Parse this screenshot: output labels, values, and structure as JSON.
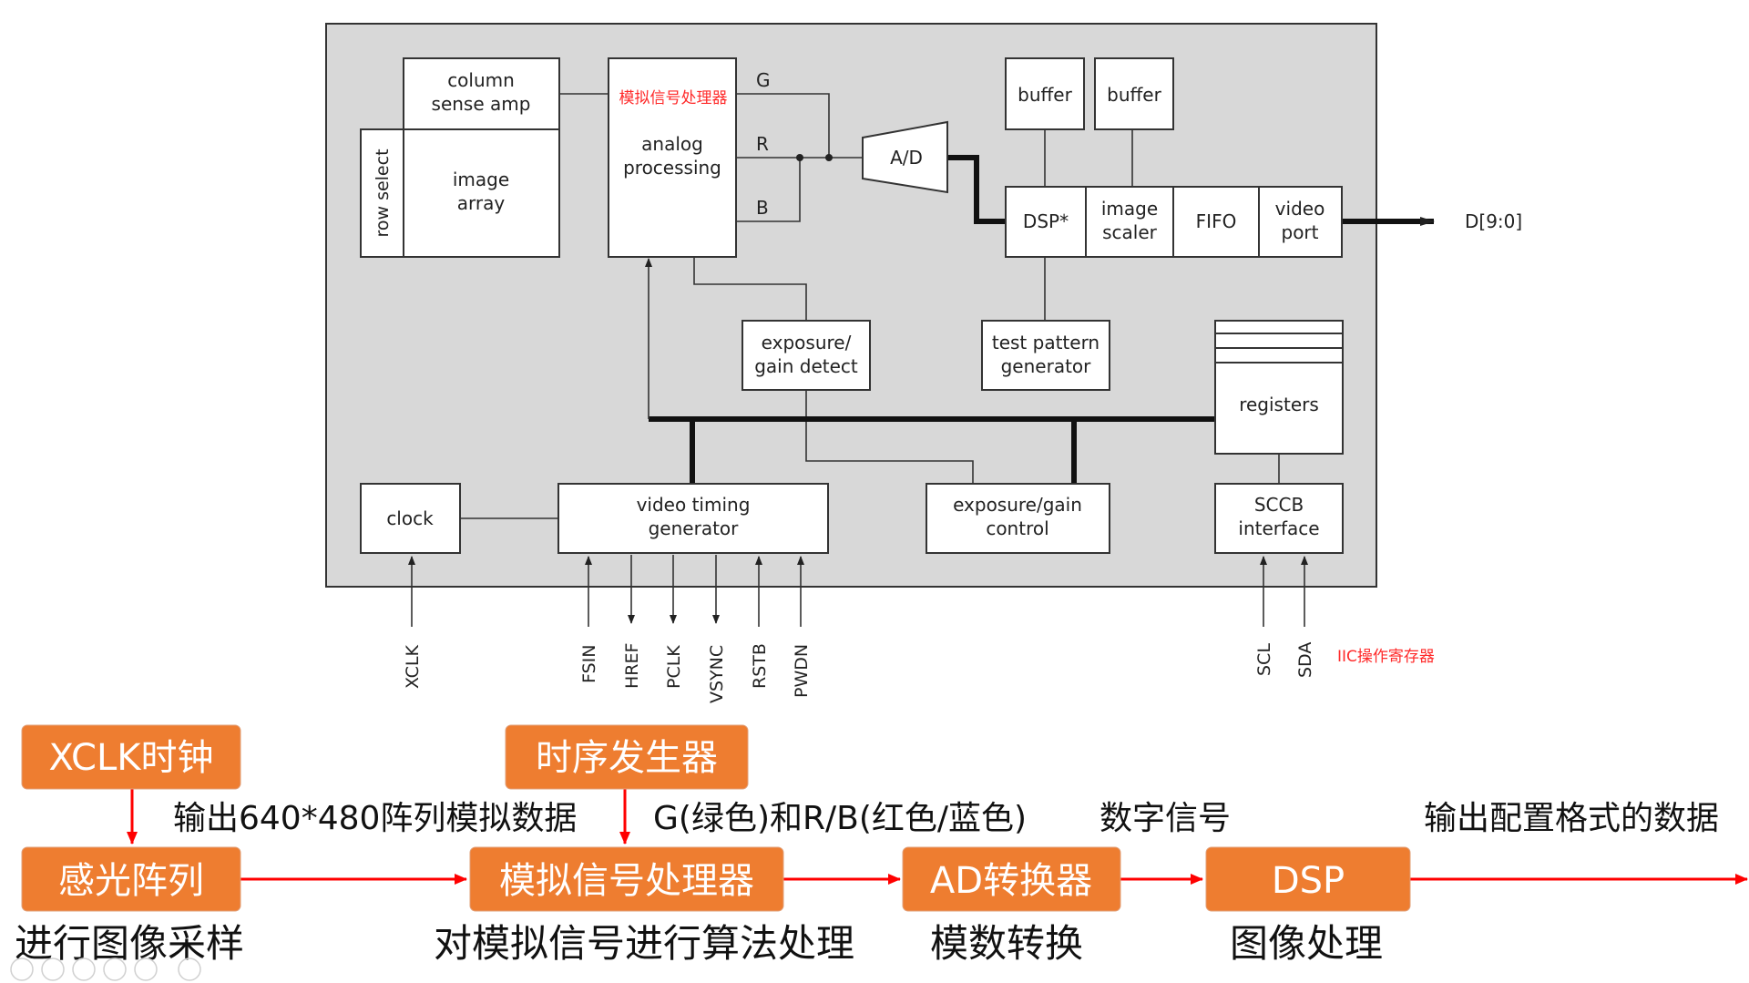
{
  "blocks": {
    "column_amp": [
      "column",
      "sense amp"
    ],
    "image_array": [
      "image",
      "array"
    ],
    "row_select": "row select",
    "analog_proc": [
      "analog",
      "processing"
    ],
    "analog_note": "模拟信号处理器",
    "sig_g": "G",
    "sig_r": "R",
    "sig_b": "B",
    "ad": "A/D",
    "buffer1": "buffer",
    "buffer2": "buffer",
    "dsp": "DSP*",
    "image_scaler": [
      "image",
      "scaler"
    ],
    "fifo": "FIFO",
    "video_port": [
      "video",
      "port"
    ],
    "dout": "D[9:0]",
    "exposure_detect": [
      "exposure/",
      "gain detect"
    ],
    "test_pattern": [
      "test pattern",
      "generator"
    ],
    "registers": "registers",
    "clock": "clock",
    "timing_gen": [
      "video timing",
      "generator"
    ],
    "exposure_ctrl": [
      "exposure/gain",
      "control"
    ],
    "sccb": [
      "SCCB",
      "interface"
    ],
    "iic_note": "IIC操作寄存器"
  },
  "pins": {
    "xclk": "XCLK",
    "fsin": "FSIN",
    "href": "HREF",
    "pclk": "PCLK",
    "vsync": "VSYNC",
    "rstb": "RSTB",
    "pwdn": "PWDN",
    "scl": "SCL",
    "sda": "SDA"
  },
  "flow": {
    "xclk_box": "XCLK时钟",
    "timing_box": "时序发生器",
    "sensor_box": "感光阵列",
    "analog_box": "模拟信号处理器",
    "ad_box": "AD转换器",
    "dsp_box": "DSP",
    "label_out_640": "输出640*480阵列模拟数据",
    "label_grb": "G(绿色)和R/B(红色/蓝色)",
    "label_digital": "数字信号",
    "label_output_fmt": "输出配置格式的数据",
    "cap_sensor": "进行图像采样",
    "cap_analog": "对模拟信号进行算法处理",
    "cap_ad": "模数转换",
    "cap_dsp": "图像处理"
  },
  "colors": {
    "panel": "#d8d8d8",
    "flow_box": "#ee7d30",
    "flow_arrow": "#ff0000",
    "note_red": "#ff2a2a"
  }
}
